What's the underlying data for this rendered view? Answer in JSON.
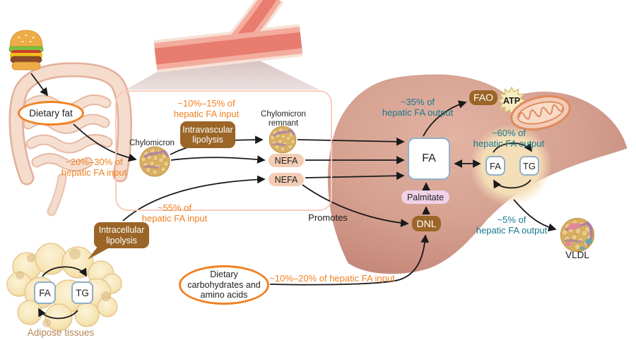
{
  "colors": {
    "accent_orange": "#F08122",
    "accent_teal": "#17798E",
    "box_brown": "#9A6527",
    "nefa_fill": "#F3CDB3",
    "palmitate_fill": "#F0D2E8",
    "fa_box_border": "#8FAFC7",
    "liver_fill": "#D5A090",
    "adipose_text": "#B5855B"
  },
  "annotations": {
    "input_20_30": {
      "line1": "~20%–30% of",
      "line2": "hepatic FA input"
    },
    "input_10_15": {
      "line1": "~10%–15% of",
      "line2": "hepatic FA input"
    },
    "input_55": {
      "line1": "~55% of",
      "line2": "hepatic FA input"
    },
    "input_10_20": {
      "text": "~10%–20% of hepatic FA input"
    },
    "output_35": {
      "line1": "~35% of",
      "line2": "hepatic FA output"
    },
    "output_60": {
      "line1": "~60% of",
      "line2": "hepatic FA output"
    },
    "output_5": {
      "line1": "~5% of",
      "line2": "hepatic FA output"
    }
  },
  "nodes": {
    "dietary_fat": "Dietary fat",
    "dietary_carbs": {
      "line1": "Dietary",
      "line2": "carbohydrates and",
      "line3": "amino acids"
    },
    "chylomicron": "Chylomicron",
    "remnant": {
      "line1": "Chylomicron",
      "line2": "remnant"
    },
    "nefa1": "NEFA",
    "nefa2": "NEFA",
    "intravascular": {
      "line1": "Intravascular",
      "line2": "lipolysis"
    },
    "intracellular": {
      "line1": "Intracellular",
      "line2": "lipolysis"
    },
    "promotes": "Promotes",
    "dnl": "DNL",
    "palmitate": "Palmitate",
    "fa_pool": "FA",
    "fao": "FAO",
    "atp": "ATP",
    "cycle_fa": "FA",
    "cycle_tg": "TG",
    "adipose_fa": "FA",
    "adipose_tg": "TG",
    "adipose_tissues": "Adipose tissues",
    "vldl": "VLDL"
  },
  "icons": {
    "burger": "burger-icon",
    "intestine": "intestine-icon",
    "vessel": "blood-vessel-icon",
    "zoom_cone": "zoom-cone-icon",
    "liver": "liver-icon",
    "mitochondria": "mitochondria-icon",
    "atp_star": "atp-starburst-icon",
    "lipoprotein": "lipoprotein-particle-icon",
    "adipose": "adipose-cells-icon"
  }
}
